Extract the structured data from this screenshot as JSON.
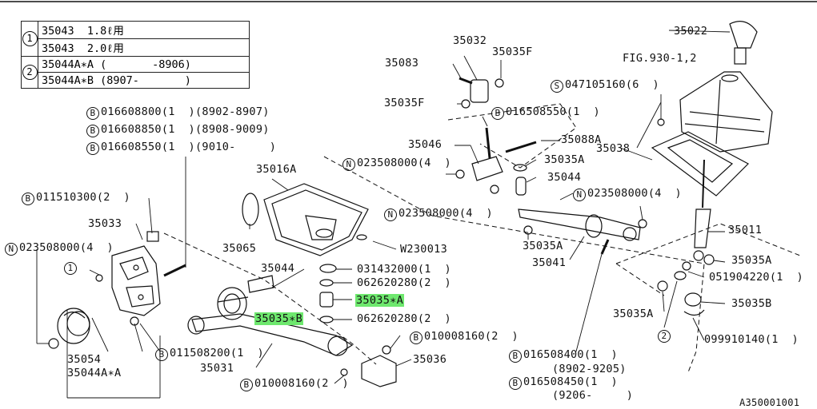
{
  "table": {
    "rows": [
      {
        "num": "1",
        "lines": [
          "35043  1.8ℓ用",
          "35043  2.0ℓ用"
        ]
      },
      {
        "num": "2",
        "lines": [
          "35044A∗A (       -8906)",
          "35044A∗B (8907-       )"
        ]
      }
    ]
  },
  "labels": {
    "p35022": "35022",
    "fig": "FIG.930-1,2",
    "s047105160": "047105160(6  )",
    "p35032": "35032",
    "p35035F_top": "35035F",
    "p35083": "35083",
    "p35035F_mid": "35035F",
    "b016508550_mid": "016508550(1  )",
    "p35046": "35046",
    "p35088A": "35088A",
    "p35038": "35038",
    "n023508000_a": "023508000(4  )",
    "p35035A_a": "35035A",
    "p35044_r": "35044",
    "n023508000_r": "023508000(4  )",
    "n023508000_mid": "023508000(4  )",
    "p35011": "35011",
    "b016608800": "016608800(1  )(8902-8907)",
    "b016608850": "016608850(1  )(8908-9009)",
    "b016608550": "016608550(1  )(9010-     )",
    "p35016A": "35016A",
    "b011510300": "011510300(2  )",
    "p35033": "35033",
    "n023508000_left": "023508000(4  )",
    "p35065": "35065",
    "w230013": "W230013",
    "p35044_c": "35044",
    "c031432000": "031432000(1  )",
    "c062620280_a": "062620280(2  )",
    "p35035xA": "35035∗A",
    "p35035xB": "35035∗B",
    "c062620280_b": "062620280(2  )",
    "p35035A_b": "35035A",
    "p35041": "35041",
    "p35035A_c": "35035A",
    "c051904220": "051904220(1  )",
    "p35035A_d": "35035A",
    "p35035B": "35035B",
    "c099910140": "099910140(1  )",
    "p35054": "35054",
    "p35044xA": "35044A∗A",
    "b011508200": "011508200(1  )",
    "p35031": "35031",
    "b010008160_a": "010008160(2  )",
    "p35036": "35036",
    "b010008160_b": "010008160(2  )",
    "b016508400": "016508400(1  )",
    "d8902_9205": "(8902-9205)",
    "b016508450": "016508450(1  )",
    "d9206": "(9206-     )",
    "ref": "A350001001",
    "callout1": "1",
    "callout2": "2",
    "pfx_b": "B",
    "pfx_n": "N",
    "pfx_s": "S"
  }
}
